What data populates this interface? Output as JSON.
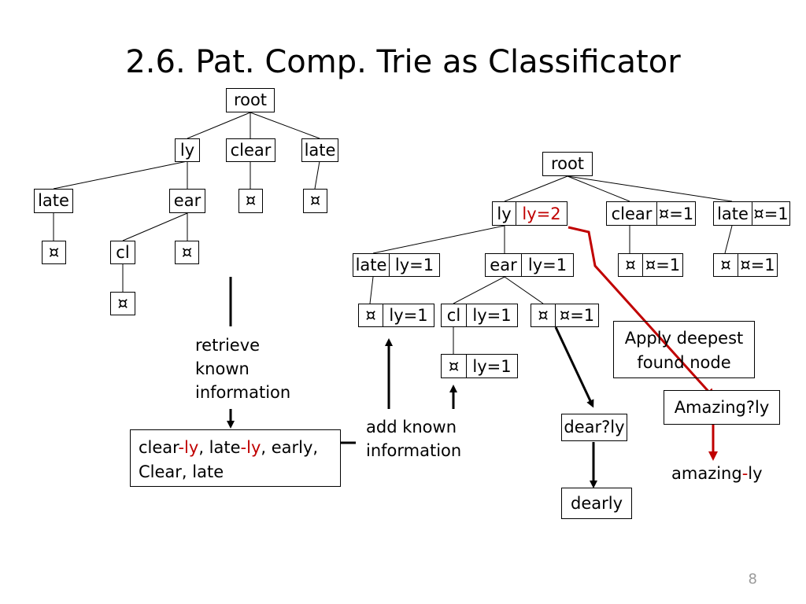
{
  "title": "2.6. Pat. Comp. Trie as Classificator",
  "page_number": "8",
  "colors": {
    "highlight": "#c00000",
    "line": "#000000",
    "page_number": "#9a9a9a"
  },
  "left_tree": {
    "root": "root",
    "ly": "ly",
    "clear": "clear",
    "late": "late",
    "late_child": "late",
    "ear": "ear",
    "end_clear": "¤",
    "end_late": "¤",
    "end_late_child": "¤",
    "cl": "cl",
    "end_ear": "¤",
    "end_cl": "¤"
  },
  "right_tree": {
    "root": "root",
    "ly": {
      "label": "ly",
      "count": "ly=2"
    },
    "clear": {
      "label": "clear",
      "count": "¤=1"
    },
    "late": {
      "label": "late",
      "count": "¤=1"
    },
    "ly_late": {
      "label": "late",
      "count": "ly=1"
    },
    "ly_ear": {
      "label": "ear",
      "count": "ly=1"
    },
    "clear_end": {
      "label": "¤",
      "count": "¤=1"
    },
    "late_end": {
      "label": "¤",
      "count": "¤=1"
    },
    "late_end2": {
      "label": "¤",
      "count": "ly=1"
    },
    "cl": {
      "label": "cl",
      "count": "ly=1"
    },
    "ear_end": {
      "label": "¤",
      "count": "¤=1"
    },
    "cl_end": {
      "label": "¤",
      "count": "ly=1"
    }
  },
  "labels": {
    "retrieve": [
      "retrieve",
      "known",
      "information"
    ],
    "add_known": [
      "add known",
      "information"
    ],
    "apply": [
      "Apply deepest",
      "found node"
    ],
    "dear": "dear?ly",
    "dearly": "dearly",
    "amazing_query": "Amazing?ly",
    "amazing_prefix": "amazing",
    "amazing_dash": "-",
    "amazing_suffix": "ly"
  },
  "word_list": {
    "w1": "clear",
    "w1_dash": "-",
    "w1_suffix": "ly",
    "sep1": ", ",
    "w2": "late",
    "w2_dash": "-",
    "w2_suffix": "ly",
    "rest_line1": ", early,",
    "line2": "Clear, late"
  }
}
